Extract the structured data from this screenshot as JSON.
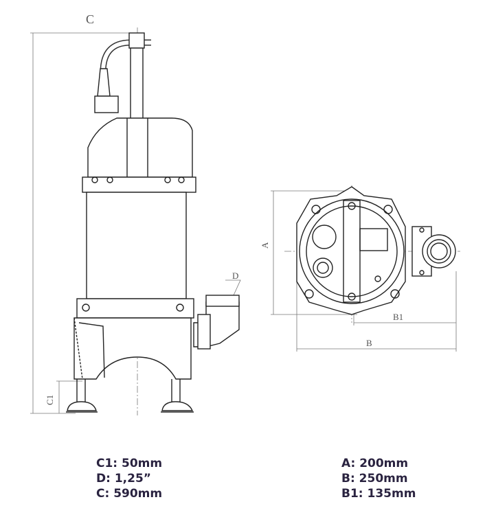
{
  "drawing": {
    "labels": {
      "C": "C",
      "C1": "C1",
      "D": "D",
      "A": "A",
      "B": "B",
      "B1": "B1"
    },
    "line_color": "#222222",
    "dim_color": "#777777"
  },
  "specs": {
    "left": [
      {
        "text": "C1: 50mm"
      },
      {
        "text": "D: 1,25”"
      },
      {
        "text": "C: 590mm"
      }
    ],
    "right": [
      {
        "text": "A: 200mm"
      },
      {
        "text": "B: 250mm"
      },
      {
        "text": "B1: 135mm"
      }
    ],
    "text_color": "#2a2340"
  }
}
